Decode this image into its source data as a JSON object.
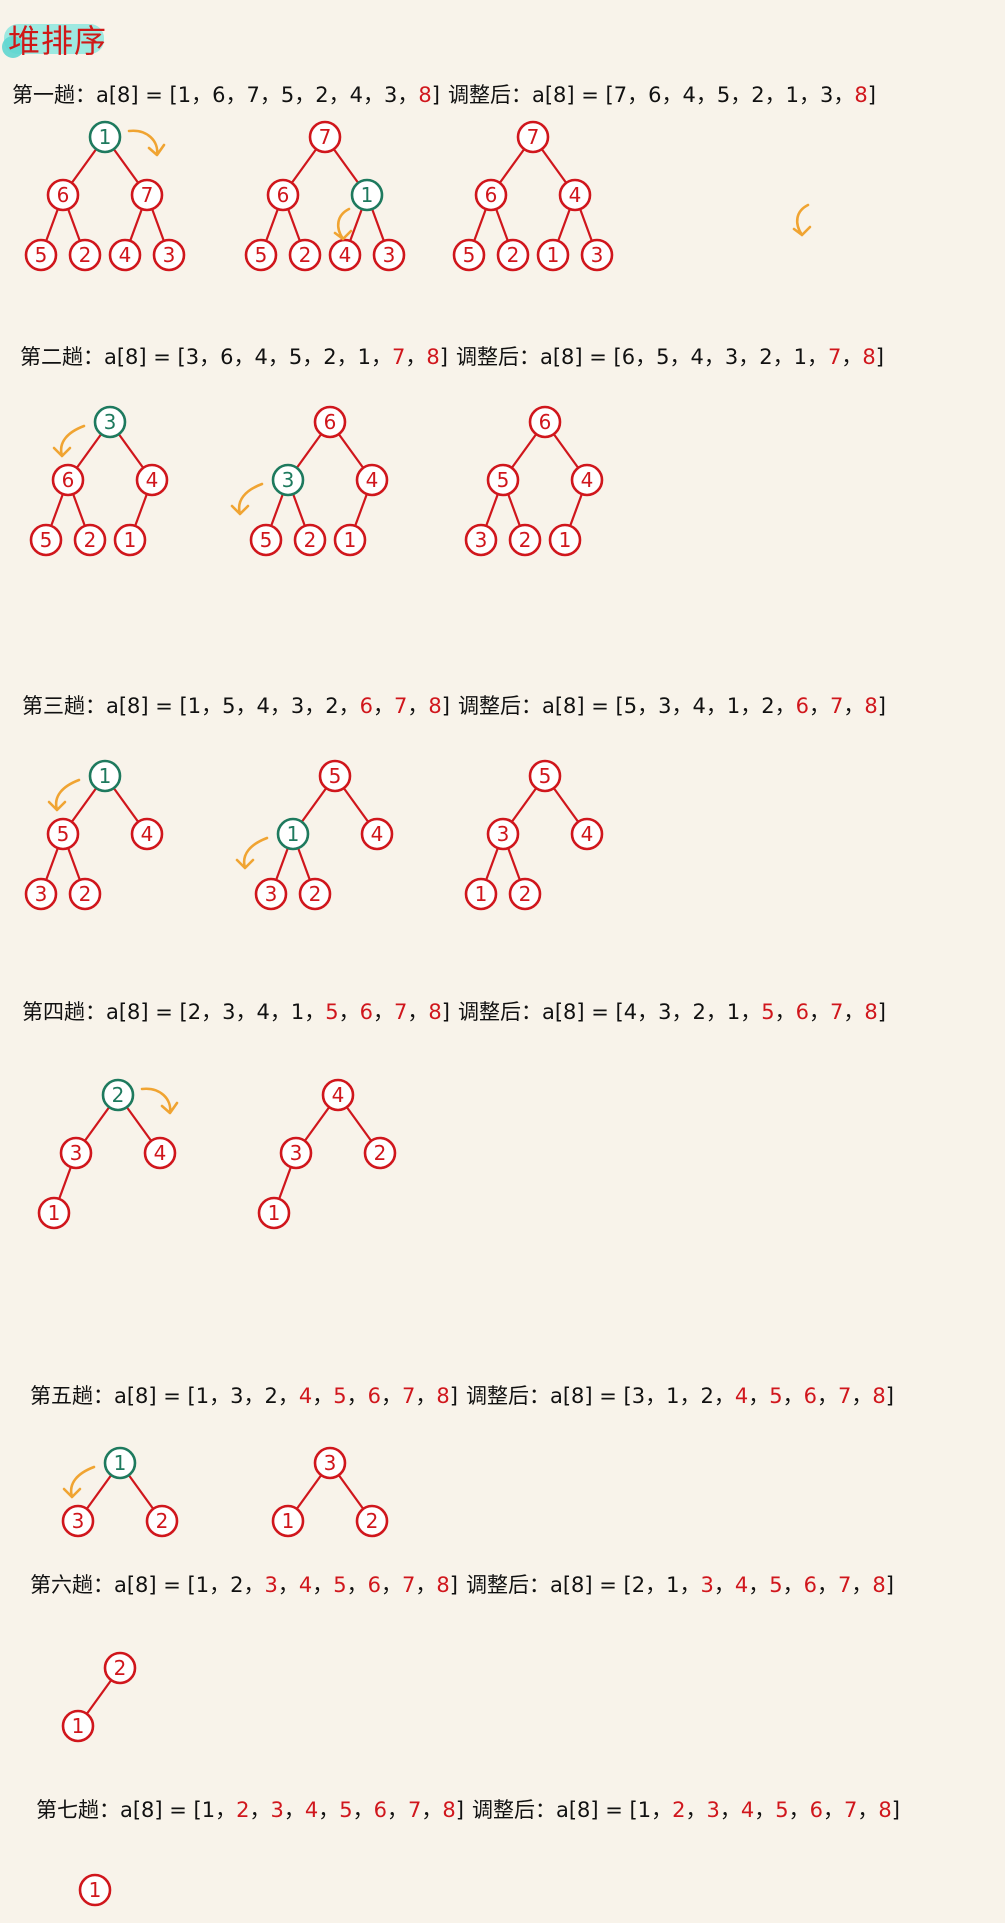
{
  "title": "堆排序",
  "colors": {
    "node_red": "#d0161c",
    "node_green": "#1e7a5e",
    "edge": "#d0161c",
    "arrow": "#f0a432",
    "text": "#111111",
    "background": "#f8f3ea"
  },
  "passes": [
    {
      "label": "第一趟：",
      "before": [
        "1",
        "6",
        "7",
        "5",
        "2",
        "4",
        "3",
        "8"
      ],
      "after": [
        "7",
        "6",
        "4",
        "5",
        "2",
        "1",
        "3",
        "8"
      ],
      "sorted_count": 1,
      "trees": [
        {
          "nodes": [
            {
              "v": "1",
              "c": "green"
            },
            {
              "v": "6"
            },
            {
              "v": "7"
            },
            {
              "v": "5"
            },
            {
              "v": "2"
            },
            {
              "v": "4"
            },
            {
              "v": "3"
            }
          ],
          "arrow": "right-down"
        },
        {
          "nodes": [
            {
              "v": "7"
            },
            {
              "v": "6"
            },
            {
              "v": "1",
              "c": "green"
            },
            {
              "v": "5"
            },
            {
              "v": "2"
            },
            {
              "v": "4"
            },
            {
              "v": "3"
            }
          ],
          "arrow": "down-left"
        },
        {
          "nodes": [
            {
              "v": "7"
            },
            {
              "v": "6"
            },
            {
              "v": "4"
            },
            {
              "v": "5"
            },
            {
              "v": "2"
            },
            {
              "v": "1"
            },
            {
              "v": "3"
            }
          ]
        }
      ]
    },
    {
      "label": "第二趟：",
      "before": [
        "3",
        "6",
        "4",
        "5",
        "2",
        "1",
        "7",
        "8"
      ],
      "after": [
        "6",
        "5",
        "4",
        "3",
        "2",
        "1",
        "7",
        "8"
      ],
      "sorted_count": 2,
      "trees": [
        {
          "nodes": [
            {
              "v": "3",
              "c": "green"
            },
            {
              "v": "6"
            },
            {
              "v": "4"
            },
            {
              "v": "5"
            },
            {
              "v": "2"
            },
            {
              "v": "1"
            }
          ],
          "arrow": "left-down"
        },
        {
          "nodes": [
            {
              "v": "6"
            },
            {
              "v": "3",
              "c": "green"
            },
            {
              "v": "4"
            },
            {
              "v": "5"
            },
            {
              "v": "2"
            },
            {
              "v": "1"
            }
          ],
          "arrow": "left-down"
        },
        {
          "nodes": [
            {
              "v": "6"
            },
            {
              "v": "5"
            },
            {
              "v": "4"
            },
            {
              "v": "3"
            },
            {
              "v": "2"
            },
            {
              "v": "1"
            }
          ]
        }
      ]
    },
    {
      "label": "第三趟：",
      "before": [
        "1",
        "5",
        "4",
        "3",
        "2",
        "6",
        "7",
        "8"
      ],
      "after": [
        "5",
        "3",
        "4",
        "1",
        "2",
        "6",
        "7",
        "8"
      ],
      "sorted_count": 3,
      "trees": [
        {
          "nodes": [
            {
              "v": "1",
              "c": "green"
            },
            {
              "v": "5"
            },
            {
              "v": "4"
            },
            {
              "v": "3"
            },
            {
              "v": "2"
            }
          ],
          "arrow": "left-down"
        },
        {
          "nodes": [
            {
              "v": "5"
            },
            {
              "v": "1",
              "c": "green"
            },
            {
              "v": "4"
            },
            {
              "v": "3"
            },
            {
              "v": "2"
            }
          ],
          "arrow": "left-down"
        },
        {
          "nodes": [
            {
              "v": "5"
            },
            {
              "v": "3"
            },
            {
              "v": "4"
            },
            {
              "v": "1"
            },
            {
              "v": "2"
            }
          ]
        }
      ]
    },
    {
      "label": "第四趟：",
      "before": [
        "2",
        "3",
        "4",
        "1",
        "5",
        "6",
        "7",
        "8"
      ],
      "after": [
        "4",
        "3",
        "2",
        "1",
        "5",
        "6",
        "7",
        "8"
      ],
      "sorted_count": 4,
      "trees": [
        {
          "nodes": [
            {
              "v": "2",
              "c": "green"
            },
            {
              "v": "3"
            },
            {
              "v": "4"
            },
            {
              "v": "1"
            }
          ],
          "arrow": "right-down"
        },
        {
          "nodes": [
            {
              "v": "4"
            },
            {
              "v": "3"
            },
            {
              "v": "2"
            },
            {
              "v": "1"
            }
          ]
        }
      ]
    },
    {
      "label": "第五趟：",
      "before": [
        "1",
        "3",
        "2",
        "4",
        "5",
        "6",
        "7",
        "8"
      ],
      "after": [
        "3",
        "1",
        "2",
        "4",
        "5",
        "6",
        "7",
        "8"
      ],
      "sorted_count": 5,
      "trees": [
        {
          "nodes": [
            {
              "v": "1",
              "c": "green"
            },
            {
              "v": "3"
            },
            {
              "v": "2"
            }
          ],
          "arrow": "left-down"
        },
        {
          "nodes": [
            {
              "v": "3"
            },
            {
              "v": "1"
            },
            {
              "v": "2"
            }
          ]
        }
      ]
    },
    {
      "label": "第六趟：",
      "before": [
        "1",
        "2",
        "3",
        "4",
        "5",
        "6",
        "7",
        "8"
      ],
      "after": [
        "2",
        "1",
        "3",
        "4",
        "5",
        "6",
        "7",
        "8"
      ],
      "sorted_count": 6,
      "trees": [
        {
          "nodes": [
            {
              "v": "2"
            },
            {
              "v": "1"
            }
          ]
        }
      ]
    },
    {
      "label": "第七趟：",
      "before": [
        "1",
        "2",
        "3",
        "4",
        "5",
        "6",
        "7",
        "8"
      ],
      "after": [
        "1",
        "2",
        "3",
        "4",
        "5",
        "6",
        "7",
        "8"
      ],
      "sorted_count": 7,
      "trees": [
        {
          "nodes": [
            {
              "v": "1"
            }
          ]
        }
      ]
    }
  ],
  "text": {
    "array_prefix": "a[8] = [",
    "array_suffix": "]",
    "separator": "，",
    "after_label": "调整后："
  }
}
